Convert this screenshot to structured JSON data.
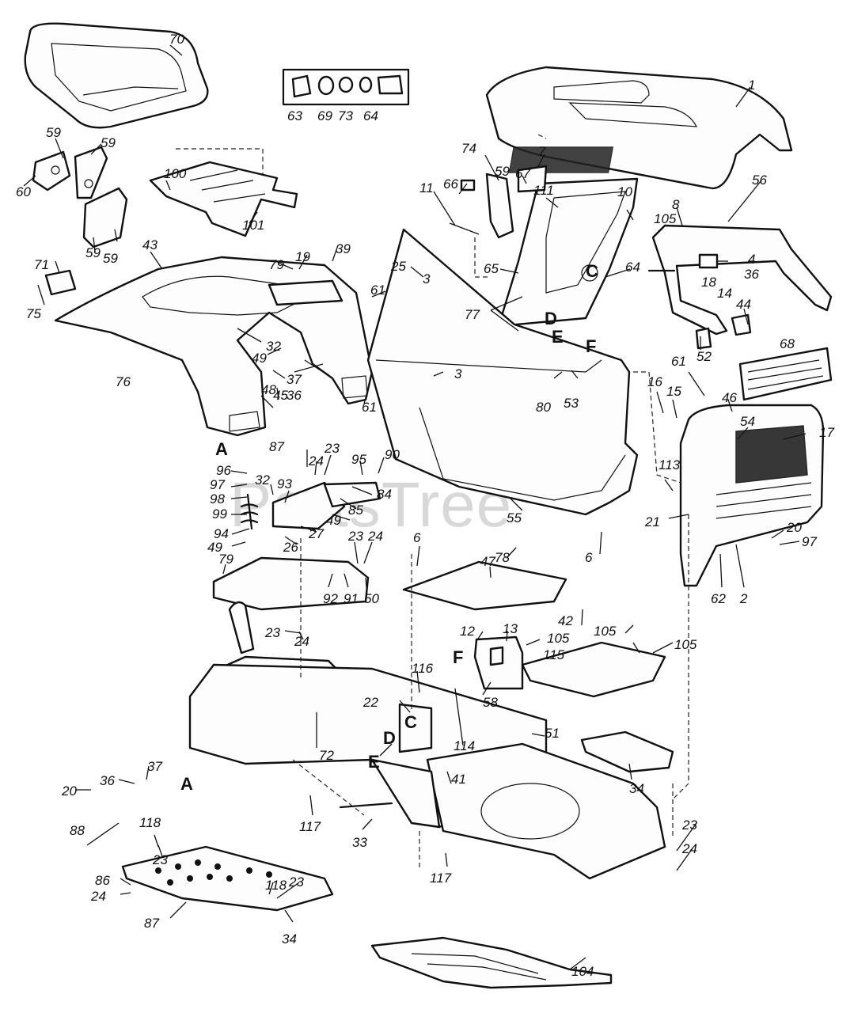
{
  "watermark": "PartsTree",
  "inset_callouts": [
    "63",
    "69",
    "73",
    "64"
  ],
  "callouts": {
    "c1": "1",
    "c2": "2",
    "c3a": "3",
    "c3b": "3",
    "c4": "4",
    "c6a": "6",
    "c6b": "6",
    "c7": "7",
    "c8": "8",
    "c10": "10",
    "c11": "11",
    "c12": "12",
    "c13": "13",
    "c14": "14",
    "c15": "15",
    "c16": "16",
    "c17": "17",
    "c18": "18",
    "c19": "19",
    "c20a": "20",
    "c20b": "20",
    "c21": "21",
    "c22": "22",
    "c23a": "23",
    "c23b": "23",
    "c23c": "23",
    "c23d": "23",
    "c23e": "23",
    "c23f": "23",
    "c24a": "24",
    "c24b": "24",
    "c24c": "24",
    "c24d": "24",
    "c24e": "24",
    "c25": "25",
    "c26": "26",
    "c27": "27",
    "c32a": "32",
    "c32b": "32",
    "c33": "33",
    "c34a": "34",
    "c34b": "34",
    "c36a": "36",
    "c36b": "36",
    "c36c": "36",
    "c37a": "37",
    "c37b": "37",
    "c39": "39",
    "c41": "41",
    "c42": "42",
    "c43": "43",
    "c44": "44",
    "c45": "45",
    "c46": "46",
    "c47": "47",
    "c48": "48",
    "c49a": "49",
    "c49b": "49",
    "c49c": "49",
    "c50": "50",
    "c51": "51",
    "c52": "52",
    "c53": "53",
    "c54": "54",
    "c55": "55",
    "c56": "56",
    "c58": "58",
    "c59a": "59",
    "c59b": "59",
    "c59c": "59",
    "c59d": "59",
    "c59e": "59",
    "c60": "60",
    "c61a": "61",
    "c61b": "61",
    "c61c": "61",
    "c62": "62",
    "c64": "64",
    "c65": "65",
    "c66": "66",
    "c67": "67",
    "c68": "68",
    "c70": "70",
    "c71": "71",
    "c72": "72",
    "c74": "74",
    "c75": "75",
    "c76": "76",
    "c77": "77",
    "c78": "78",
    "c79a": "79",
    "c79b": "79",
    "c80": "80",
    "c84": "84",
    "c85": "85",
    "c86": "86",
    "c87a": "87",
    "c87b": "87",
    "c88": "88",
    "c90": "90",
    "c91": "91",
    "c92": "92",
    "c93": "93",
    "c94": "94",
    "c95": "95",
    "c96": "96",
    "c97a": "97",
    "c97b": "97",
    "c98": "98",
    "c99": "99",
    "c100": "100",
    "c101": "101",
    "c104": "104",
    "c105a": "105",
    "c105b": "105",
    "c105c": "105",
    "c105d": "105",
    "c111": "111",
    "c113": "113",
    "c114": "114",
    "c115": "115",
    "c116": "116",
    "c117a": "117",
    "c117b": "117",
    "c118a": "118",
    "c118b": "118"
  },
  "reference_letters": {
    "a1": "A",
    "a2": "A",
    "c1": "C",
    "c2": "C",
    "d1": "D",
    "d2": "D",
    "e1": "E",
    "e2": "E",
    "f1": "F",
    "f2": "F"
  }
}
